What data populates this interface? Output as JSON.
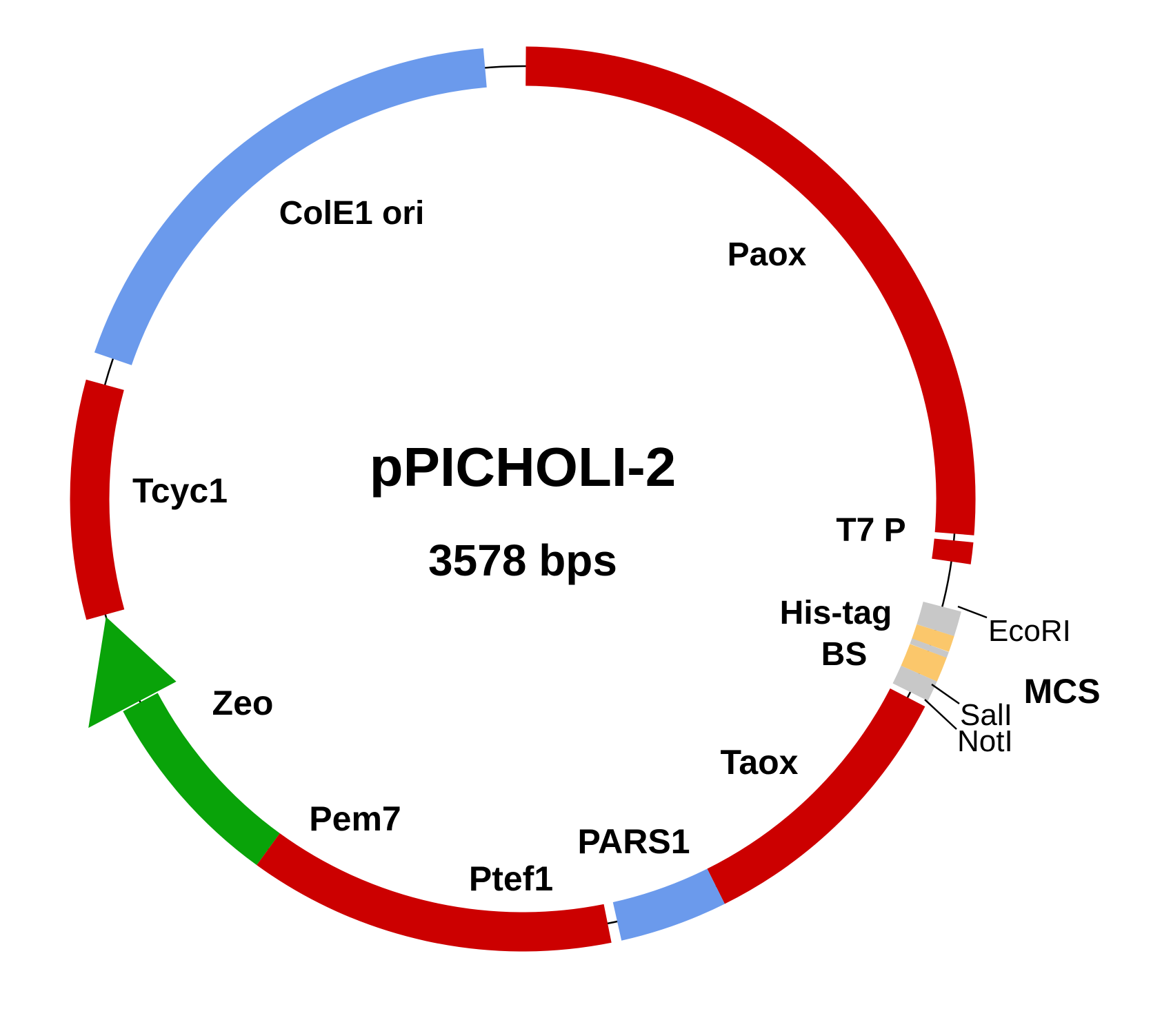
{
  "figure": {
    "title": "pPICHOLI-2",
    "subtitle": "3578 bps"
  },
  "colors": {
    "red": "#CC0000",
    "blue": "#6B9AEC",
    "green": "#09A309",
    "orange": "#FBC76B",
    "gray": "#C8C8C8",
    "backbone": "#000000"
  },
  "labels": {
    "cole1_ori": "ColE1 ori",
    "paox": "Paox",
    "t7p": "T7 P",
    "his_tag": "His-tag",
    "bs": "BS",
    "ecori": "EcoRI",
    "mcs": "MCS",
    "sali": "SalI",
    "noti": "NotI",
    "taox": "Taox",
    "pars1": "PARS1",
    "ptef1": "Ptef1",
    "pem7": "Pem7",
    "zeo": "Zeo",
    "tcyc1": "Tcyc1"
  },
  "map": {
    "segments": [
      {
        "id": "paox",
        "label": "Paox",
        "color": "red",
        "start_angle": 0.4,
        "end_angle": 94.6
      },
      {
        "id": "t7-promoter",
        "label": "T7 P",
        "color": "red",
        "start_angle": 95.5,
        "end_angle": 98.3
      },
      {
        "id": "bs-gray-upper",
        "label": "BS",
        "color": "gray",
        "start_angle": 104.4,
        "end_angle": 107.65
      },
      {
        "id": "his-tag-orange-1",
        "label": "His-tag",
        "color": "orange",
        "start_angle": 107.65,
        "end_angle": 109.75
      },
      {
        "id": "gray-divider",
        "label": "",
        "color": "gray",
        "start_angle": 109.75,
        "end_angle": 110.55
      },
      {
        "id": "his-tag-orange-2",
        "label": "His-tag",
        "color": "orange",
        "start_angle": 110.55,
        "end_angle": 113.8
      },
      {
        "id": "bs-gray-lower",
        "label": "BS",
        "color": "gray",
        "start_angle": 113.8,
        "end_angle": 116.5
      },
      {
        "id": "taox",
        "label": "Taox",
        "color": "red",
        "start_angle": 117.3,
        "end_angle": 153.5
      },
      {
        "id": "pars1",
        "label": "PARS1",
        "color": "blue",
        "start_angle": 153.5,
        "end_angle": 167.4
      },
      {
        "id": "ptef1-pem7",
        "label": "Ptef1 / Pem7",
        "color": "red",
        "start_angle": 168.7,
        "end_angle": 216.0
      },
      {
        "id": "zeo-body",
        "label": "Zeo",
        "color": "green",
        "start_angle": 216.0,
        "end_angle": 242.0
      },
      {
        "id": "tcyc1",
        "label": "Tcyc1",
        "color": "red",
        "start_angle": 254.5,
        "end_angle": 285.3
      },
      {
        "id": "cole1-ori",
        "label": "ColE1 ori",
        "color": "blue",
        "start_angle": 288.9,
        "end_angle": 355.0
      }
    ],
    "zeo_arrowhead": {
      "color": "green",
      "tip_angle": 254.2,
      "base_angle": 242.2,
      "outer_radius": 712,
      "inner_radius": 568
    }
  }
}
